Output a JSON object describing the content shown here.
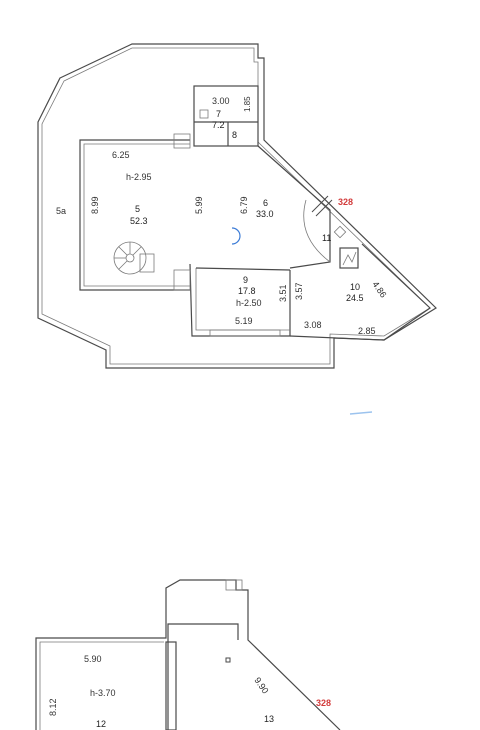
{
  "plan_upper": {
    "balcony_label": "5a",
    "room5": {
      "number": "5",
      "area": "52.3",
      "width": "6.25",
      "depth": "8.99",
      "height": "h-2.95",
      "inner_dim": "5.99"
    },
    "room6": {
      "number": "6",
      "area": "33.0",
      "dim": "6.79"
    },
    "room7": {
      "number": "7",
      "area": "7.2",
      "width": "3.00",
      "side": "1.85"
    },
    "room8": {
      "number": "8"
    },
    "room9": {
      "number": "9",
      "area": "17.8",
      "height": "h-2.50",
      "width": "5.19",
      "side": "3.51"
    },
    "room10": {
      "number": "10",
      "area": "24.5",
      "side": "3.57",
      "bottom_a": "3.08",
      "bottom_b": "2.85",
      "diag": "4.86"
    },
    "room11": {
      "number": "11"
    },
    "axis_mark": "328"
  },
  "plan_lower": {
    "room12": {
      "number": "12",
      "width": "5.90",
      "height": "h-3.70",
      "depth": "8.12"
    },
    "room13": {
      "number": "13",
      "diag": "9.90"
    },
    "axis_mark": "328"
  },
  "colors": {
    "wall": "#4a4a4a",
    "axis": "#d23b3b",
    "accent": "#3b7bd6"
  }
}
